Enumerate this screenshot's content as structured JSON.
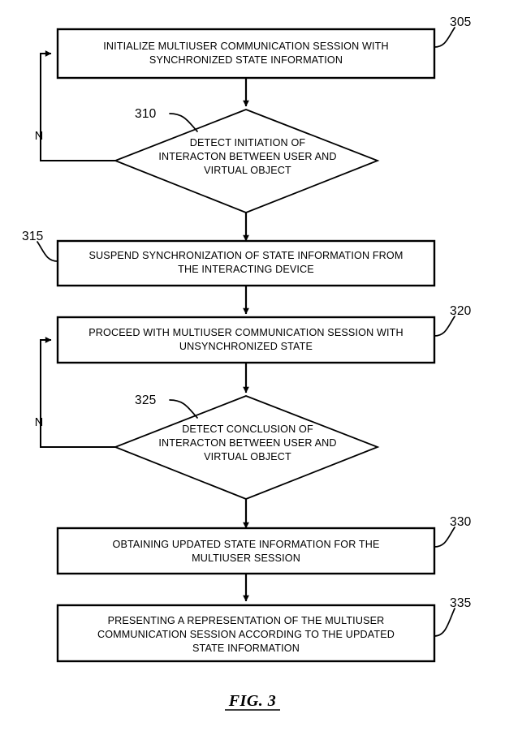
{
  "figure": {
    "caption": "FIG. 3",
    "title": "Multiuser communication session state synchronization flowchart"
  },
  "nodes": [
    {
      "id": "305",
      "ref": "305",
      "type": "process",
      "lines": [
        "INITIALIZE MULTIUSER COMMUNICATION SESSION WITH",
        "SYNCHRONIZED STATE INFORMATION"
      ],
      "name": "process-initialize-session"
    },
    {
      "id": "310",
      "ref": "310",
      "type": "decision",
      "lines": [
        "DETECT INITIATION OF",
        "INTERACTON BETWEEN USER AND",
        "VIRTUAL OBJECT"
      ],
      "name": "decision-detect-initiation",
      "no_branch_label": "N"
    },
    {
      "id": "315",
      "ref": "315",
      "type": "process",
      "lines": [
        "SUSPEND SYNCHRONIZATION OF STATE INFORMATION FROM",
        "THE INTERACTING DEVICE"
      ],
      "name": "process-suspend-synchronization"
    },
    {
      "id": "320",
      "ref": "320",
      "type": "process",
      "lines": [
        "PROCEED WITH MULTIUSER COMMUNICATION SESSION WITH",
        "UNSYNCHRONIZED STATE"
      ],
      "name": "process-proceed-unsynchronized"
    },
    {
      "id": "325",
      "ref": "325",
      "type": "decision",
      "lines": [
        "DETECT CONCLUSION OF",
        "INTERACTON BETWEEN USER AND",
        "VIRTUAL OBJECT"
      ],
      "name": "decision-detect-conclusion",
      "no_branch_label": "N"
    },
    {
      "id": "330",
      "ref": "330",
      "type": "process",
      "lines": [
        "OBTAINING UPDATED STATE INFORMATION FOR THE",
        "MULTIUSER SESSION"
      ],
      "name": "process-obtain-updated-state"
    },
    {
      "id": "335",
      "ref": "335",
      "type": "process",
      "lines": [
        "PRESENTING A REPRESENTATION OF THE MULTIUSER",
        "COMMUNICATION SESSION ACCORDING TO THE UPDATED",
        "STATE INFORMATION"
      ],
      "name": "process-present-representation"
    }
  ],
  "edges": [
    {
      "from": "305",
      "to": "310",
      "name": "edge-305-to-310"
    },
    {
      "from": "310",
      "to": "315",
      "name": "edge-310-to-315"
    },
    {
      "from": "315",
      "to": "320",
      "name": "edge-315-to-320"
    },
    {
      "from": "320",
      "to": "325",
      "name": "edge-320-to-325"
    },
    {
      "from": "325",
      "to": "330",
      "name": "edge-325-to-330"
    },
    {
      "from": "330",
      "to": "335",
      "name": "edge-330-to-335"
    },
    {
      "from": "310",
      "to": "305",
      "label": "N",
      "name": "edge-310-no-loop-to-305"
    },
    {
      "from": "325",
      "to": "320",
      "label": "N",
      "name": "edge-325-no-loop-to-320"
    }
  ],
  "colors": {
    "stroke": "#000000",
    "fill": "#ffffff",
    "background": "#ffffff"
  }
}
